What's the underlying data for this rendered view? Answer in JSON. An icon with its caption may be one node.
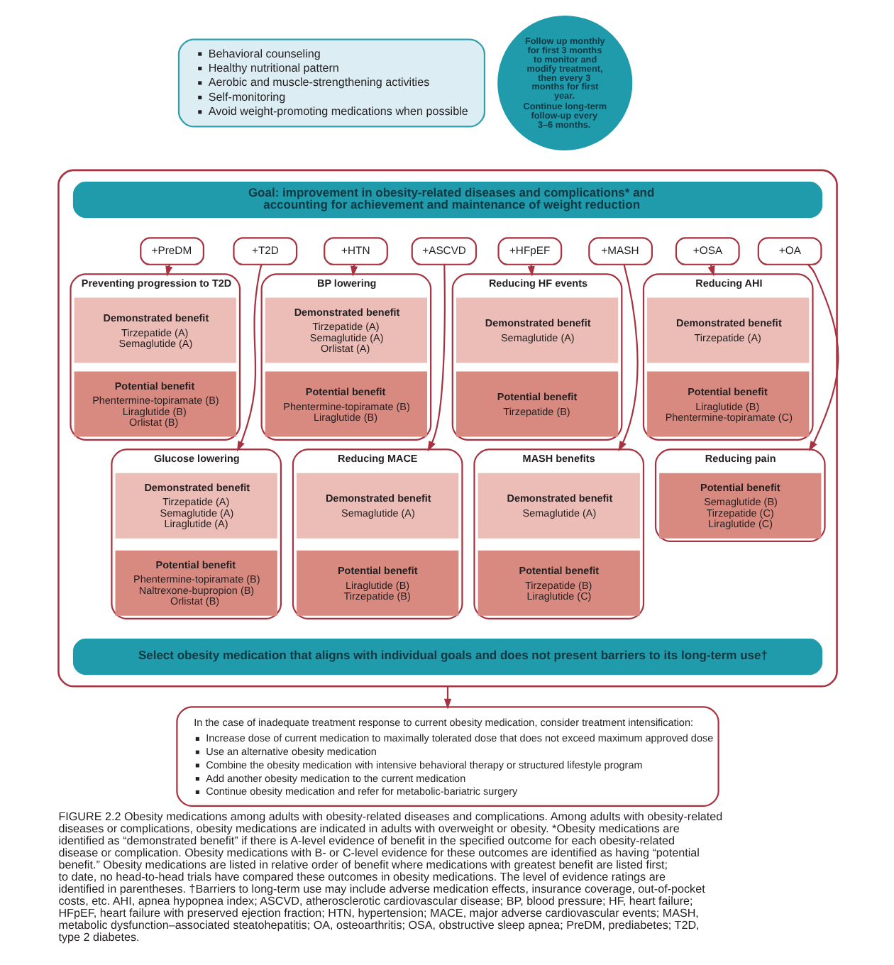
{
  "diagram": {
    "caption": "FIGURE 2.2 Obesity medications among adults with obesity-related diseases and complications. Among adults with obesity-related diseases or complications, obesity medications are indicated in adults with overweight or obesity. *Obesity medications are identified as “demonstrated benefit” if there is A-level evidence of benefit in the specified outcome for each obesity-related disease or complication. Obesity medications with B- or C-level evidence for these outcomes are identified as having “potential benefit.” Obesity medications are listed in relative order of benefit where medications with greatest benefit are listed first; to date, no head-to-head trials have compared these outcomes in obesity medications. The level of evidence ratings are identified in parentheses. †Barriers to long-term use may include adverse medication effects, insurance coverage, out-of-pocket costs, etc. AHI, apnea hypopnea index; ASCVD, atherosclerotic cardiovascular disease; BP, blood pressure; HF, heart failure; HFpEF, heart failure with preserved ejection fraction; HTN, hypertension; MACE, major adverse cardiovascular events; MASH, metabolic dysfunction–associated steatohepatitis; OA, osteoarthritis; OSA, obstructive sleep apnea; PreDM, prediabetes; T2D, type 2 diabetes.",
    "nodes": [
      {
        "text": [
          "Behavioral counseling",
          "Healthy nutritional pattern",
          "Aerobic and muscle-strengthening activities",
          "Self-monitoring",
          "Avoid weight-promoting medications when possible"
        ]
      },
      {
        "text": [
          "Follow up monthly for first 3 months to monitor and modify treatment, then every 3 months for first year.",
          "Continue long-term follow-up every 3–6 months."
        ]
      },
      {
        "text": [],
        "shape": "box"
      },
      {
        "text": [
          "Goal: improvement in obesity-related diseases and complications* and accounting for achievement and maintenance of weight reduction"
        ],
        "in": 2
      },
      {
        "text": [
          "+PreDM"
        ],
        "in": 2
      },
      {
        "text": [
          "+T2D"
        ],
        "in": 2
      },
      {
        "text": [
          "+HTN"
        ],
        "in": 2
      },
      {
        "text": [
          "+ASCVD"
        ],
        "in": 2
      },
      {
        "text": [
          "+HFpEF"
        ],
        "in": 2
      },
      {
        "text": [
          "+MASH"
        ],
        "in": 2
      },
      {
        "text": [
          "+OSA"
        ],
        "in": 2
      },
      {
        "text": [
          "+OA"
        ],
        "in": 2
      },
      {
        "text": [
          "Preventing progression to T2D"
        ],
        "in": 2
      },
      {
        "text": [
          "Demonstrated benefit",
          "Tirzepatide (A)",
          "Semaglutide (A)"
        ],
        "in": 12
      },
      {
        "text": [
          "Potential benefit",
          "Phentermine-topiramate (B)",
          "Liraglutide (B)",
          "Orlistat (B)"
        ],
        "in": 12
      },
      {
        "text": [
          "BP lowering"
        ],
        "in": 2
      },
      {
        "text": [
          "Demonstrated benefit",
          "Tirzepatide (A)",
          "Semaglutide (A)",
          "Orlistat (A)"
        ],
        "in": 15
      },
      {
        "text": [
          "Potential benefit",
          "Phentermine-topiramate (B)",
          "Liraglutide (B)"
        ],
        "in": 15
      },
      {
        "text": [
          "Reducing HF events"
        ],
        "in": 2
      },
      {
        "text": [
          "Demonstrated benefit",
          "Semaglutide (A)"
        ],
        "in": 18
      },
      {
        "text": [
          "Potential benefit",
          "Tirzepatide (B)"
        ],
        "in": 18
      },
      {
        "text": [
          "Reducing AHI"
        ],
        "in": 2
      },
      {
        "text": [
          "Demonstrated benefit",
          "Tirzepatide (A)"
        ],
        "in": 21
      },
      {
        "text": [
          "Potential benefit",
          "Liraglutide (B)",
          "Phentermine-topiramate (C)"
        ],
        "in": 21
      },
      {
        "text": [
          "Glucose lowering"
        ],
        "in": 2
      },
      {
        "text": [
          "Demonstrated benefit",
          "Tirzepatide (A)",
          "Semaglutide (A)",
          "Liraglutide (A)"
        ],
        "in": 24
      },
      {
        "text": [
          "Potential benefit",
          "Phentermine-topiramate (B)",
          "Naltrexone-bupropion (B)",
          "Orlistat (B)"
        ],
        "in": 24
      },
      {
        "text": [
          "Reducing MACE"
        ],
        "in": 2
      },
      {
        "text": [
          "Demonstrated benefit",
          "Semaglutide (A)"
        ],
        "in": 27
      },
      {
        "text": [
          "Potential benefit",
          "Liraglutide (B)",
          "Tirzepatide (B)"
        ],
        "in": 27
      },
      {
        "text": [
          "MASH benefits"
        ],
        "in": 2
      },
      {
        "text": [
          "Demonstrated benefit",
          "Semaglutide (A)"
        ],
        "in": 30
      },
      {
        "text": [
          "Potential benefit",
          "Tirzepatide (B)",
          "Liraglutide (C)"
        ],
        "in": 30
      },
      {
        "text": [
          "Reducing pain"
        ],
        "in": 2
      },
      {
        "text": [
          "Potential benefit",
          "Semaglutide (B)",
          "Tirzepatide (C)",
          "Liraglutide (C)"
        ],
        "in": 33
      },
      {
        "text": [
          "Select obesity medication that aligns with individual goals and does not present barriers to its long-term use†"
        ],
        "in": 2
      },
      {
        "text": [
          "In the case of inadequate treatment response to current obesity medication, consider treatment intensification:",
          "Increase dose of current medication to maximally tolerated dose that does not exceed maximum approved dose",
          "Use an alternative obesity medication",
          "Combine the obesity medication with intensive behavioral therapy or structured lifestyle program",
          "Add another obesity medication to the current medication",
          "Continue obesity medication and refer for metabolic-bariatric surgery"
        ]
      }
    ],
    "edges": [
      {
        "from": 4,
        "to": 12,
        "arrow": "to"
      },
      {
        "from": 5,
        "to": 24,
        "arrow": "to"
      },
      {
        "from": 6,
        "to": 15,
        "arrow": "to"
      },
      {
        "from": 7,
        "to": 27,
        "arrow": "to"
      },
      {
        "from": 8,
        "to": 18,
        "arrow": "to"
      },
      {
        "from": 9,
        "to": 30,
        "arrow": "to"
      },
      {
        "from": 10,
        "to": 21,
        "arrow": "to"
      },
      {
        "from": 11,
        "to": 33,
        "arrow": "to"
      },
      {
        "from": 2,
        "to": 36,
        "arrow": "to"
      }
    ]
  }
}
